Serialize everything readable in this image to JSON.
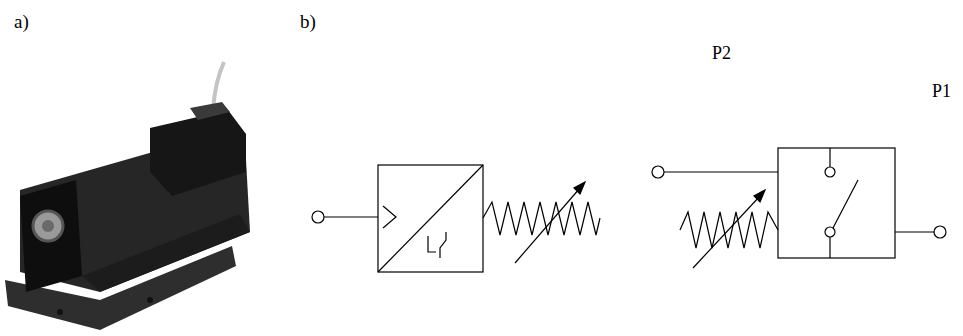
{
  "diagram": {
    "labels": [
      "a)",
      "b)",
      "P2",
      "P1"
    ]
  }
}
